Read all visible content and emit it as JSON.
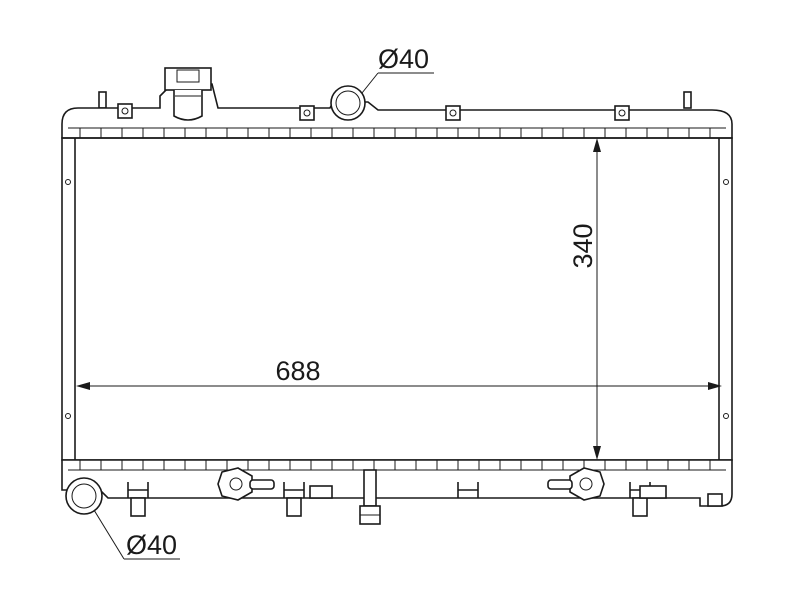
{
  "dimensions": {
    "width_label": "688",
    "height_label": "340",
    "top_pipe_label": "Ø40",
    "bottom_pipe_label": "Ø40"
  },
  "colors": {
    "line": "#1a1a1a",
    "background": "#ffffff"
  }
}
